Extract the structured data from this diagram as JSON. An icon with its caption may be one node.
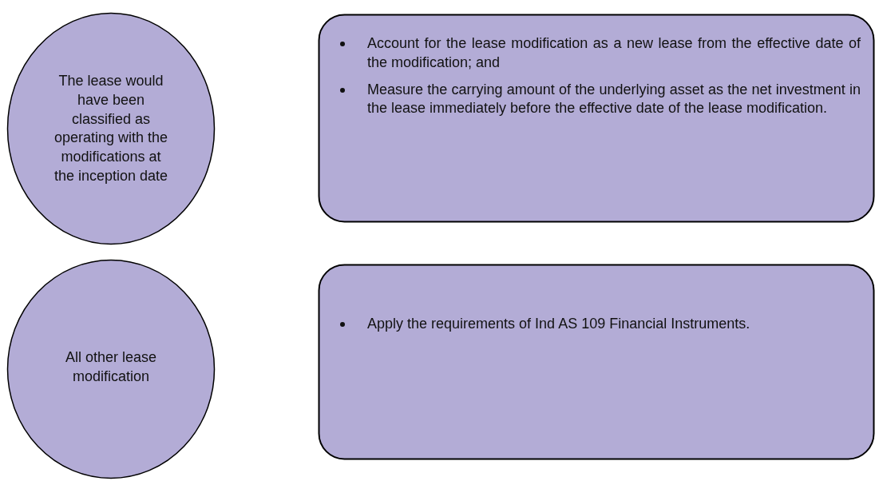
{
  "diagram": {
    "nodes": [
      {
        "text": [
          "The lease would have been classified as operating with the modifications at the inception date"
        ]
      },
      {
        "text": [
          "Account for the lease modification as a new lease from the effective date of the modification; and",
          "Measure the carrying amount of the underlying asset as the net investment in the lease immediately before the effective date of the lease modification."
        ]
      },
      {
        "text": [
          "All other lease modification"
        ]
      },
      {
        "text": [
          "Apply the requirements of Ind AS 109 Financial Instruments."
        ]
      }
    ]
  }
}
